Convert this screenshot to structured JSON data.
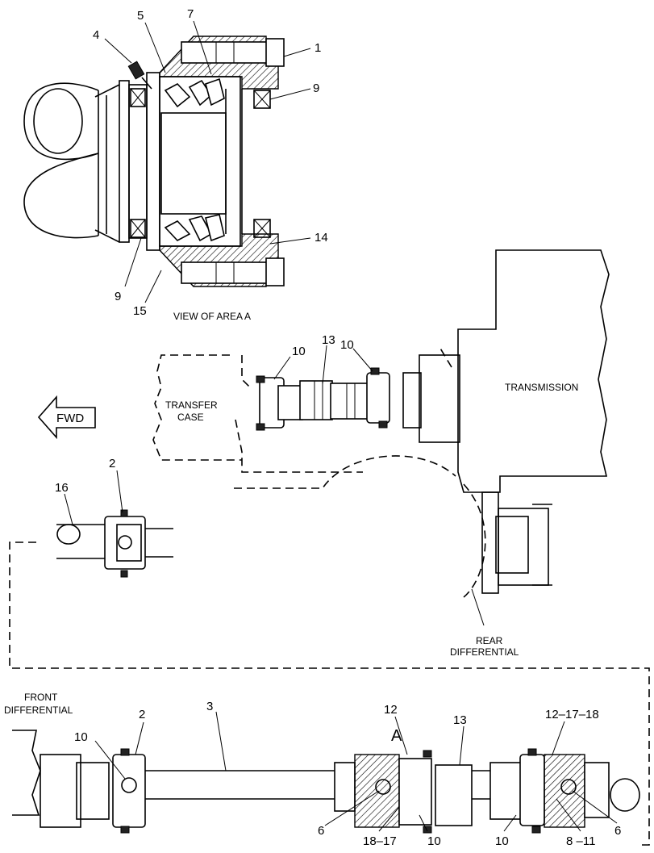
{
  "captions": {
    "view_of_area_a": "VIEW OF AREA  A",
    "transfer_case_l1": "TRANSFER",
    "transfer_case_l2": "CASE",
    "transmission": "TRANSMISSION",
    "fwd": "FWD",
    "rear_diff_l1": "REAR",
    "rear_diff_l2": "DIFFERENTIAL",
    "front_diff_l1": "FRONT",
    "front_diff_l2": "DIFFERENTIAL",
    "area_a": "A"
  },
  "callouts": {
    "c1": "1",
    "c4": "4",
    "c5": "5",
    "c7": "7",
    "c9a": "9",
    "c9b": "9",
    "c14": "14",
    "c15": "15",
    "c13a": "13",
    "c10a": "10",
    "c10b": "10",
    "c2a": "2",
    "c16": "16",
    "c2b": "2",
    "c3": "3",
    "c10c": "10",
    "c12": "12",
    "c13b": "13",
    "c12_17_18": "12–17–18",
    "c6a": "6",
    "c18_17": "18–17",
    "c10d": "10",
    "c10e": "10",
    "c8_11": "8 –11",
    "c6b": "6"
  }
}
